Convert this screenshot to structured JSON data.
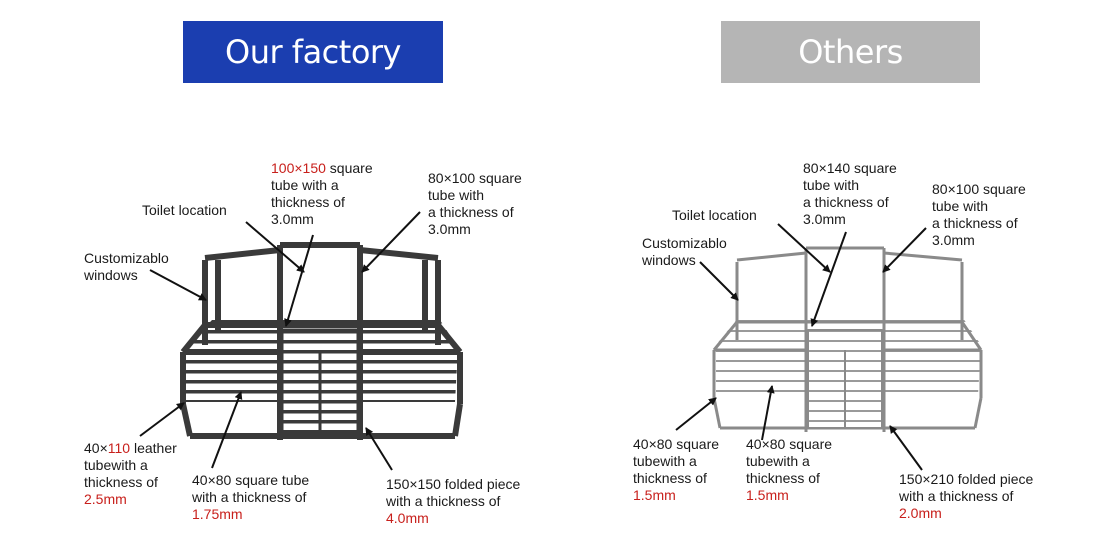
{
  "headers": {
    "ours": "Our factory",
    "others": "Others"
  },
  "ours": {
    "toilet": "Toilet location",
    "windows": [
      "Customizablo",
      "windows"
    ],
    "top_tube": {
      "size": "100×150",
      "lines": [
        " square",
        "tube with a",
        "thickness of",
        "3.0mm"
      ]
    },
    "right_tube": [
      "80×100 square",
      "tube with",
      "a thickness of",
      "3.0mm"
    ],
    "leather_tube": {
      "prefix": "40×",
      "red": "110",
      "suffix": " leather",
      "lines": [
        "tubewith a",
        "thickness of"
      ],
      "thickness": "2.5mm"
    },
    "square_tube": {
      "lines": [
        "40×80 square tube",
        "with a thickness of"
      ],
      "thickness": "1.75mm"
    },
    "folded": {
      "lines": [
        "150×150 folded piece",
        "with a thickness of"
      ],
      "thickness": "4.0mm"
    }
  },
  "others": {
    "toilet": "Toilet location",
    "windows": [
      "Customizablo",
      "windows"
    ],
    "top_tube": [
      "80×140 square",
      "tube with",
      "a thickness of",
      "3.0mm"
    ],
    "right_tube": [
      "80×100 square",
      "tube with",
      "a thickness of",
      "3.0mm"
    ],
    "tube_a": {
      "lines": [
        "40×80 square",
        "tubewith a",
        "thickness of"
      ],
      "thickness": "1.5mm"
    },
    "tube_b": {
      "lines": [
        "40×80 square",
        "tubewith a",
        "thickness of"
      ],
      "thickness": "1.5mm"
    },
    "folded": {
      "lines": [
        "150×210 folded piece",
        "with a thickness of"
      ],
      "thickness": "2.0mm"
    }
  },
  "colors": {
    "ours_header": "#1b3eb0",
    "others_header": "#b5b5b5",
    "highlight": "#c8201c"
  }
}
